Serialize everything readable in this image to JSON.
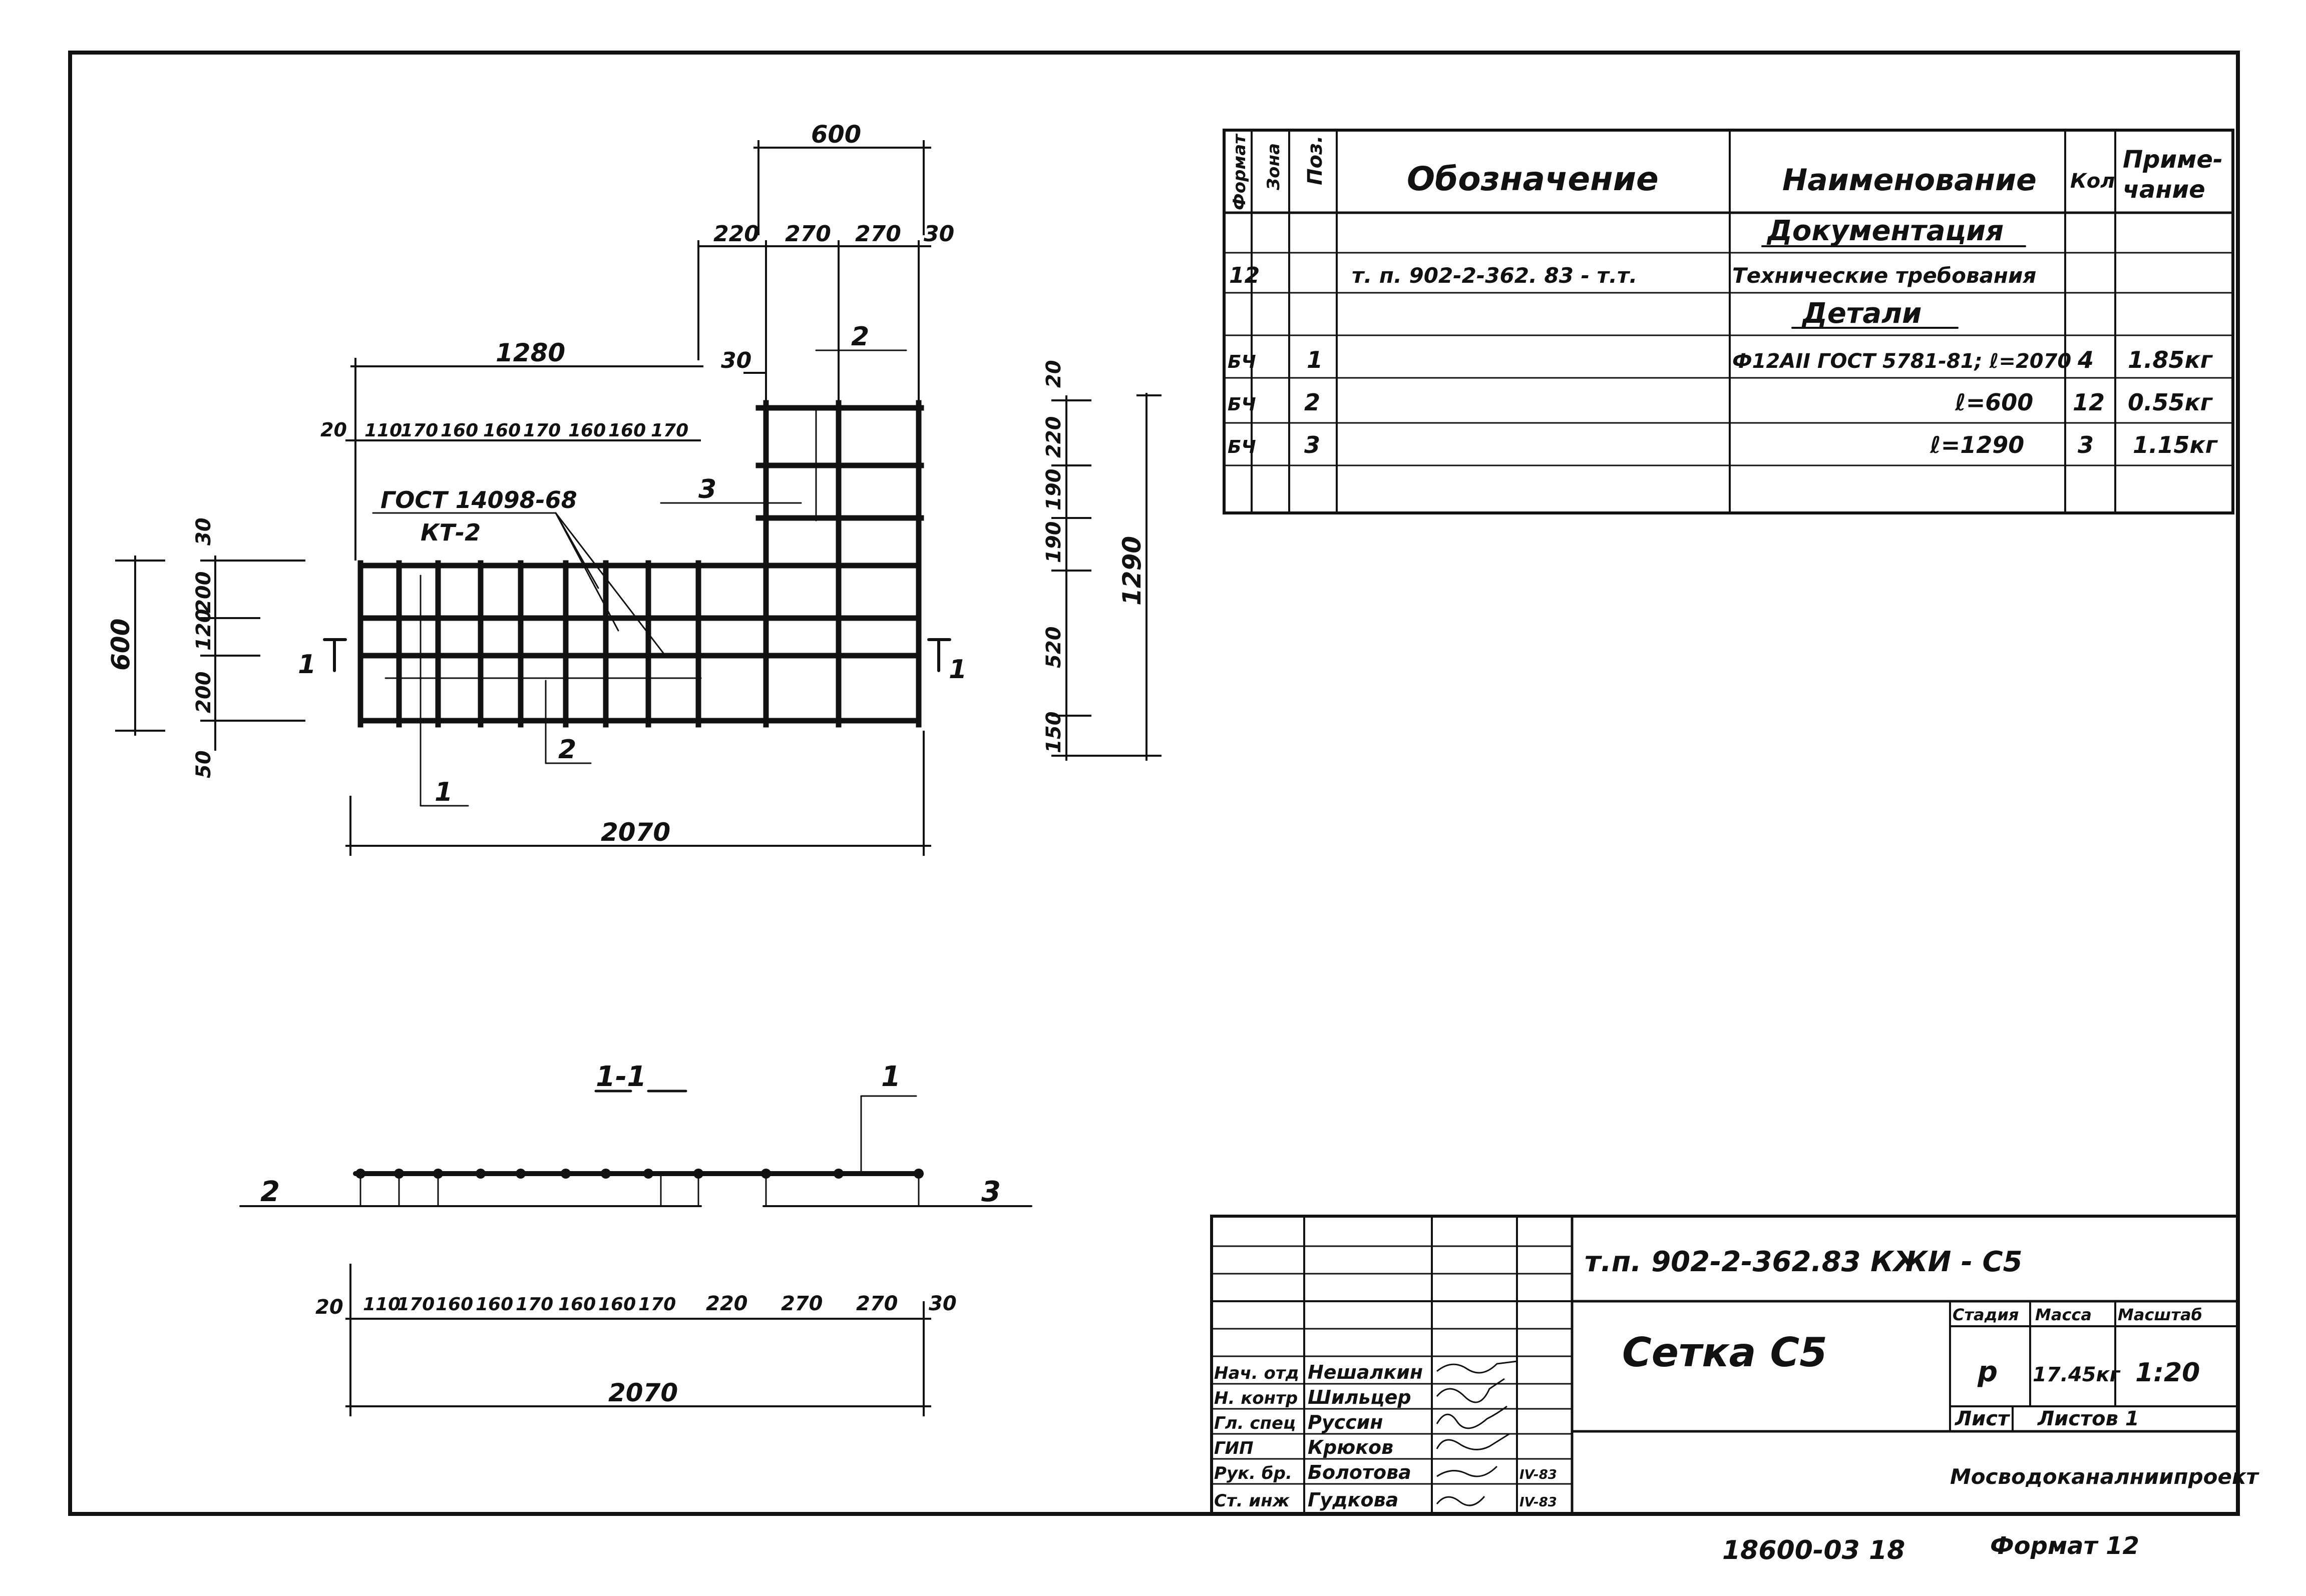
{
  "drawing": {
    "dims": {
      "top600": "600",
      "top_split": [
        "220",
        "270",
        "270",
        "30"
      ],
      "d1280": "1280",
      "d30": "30",
      "left_row": [
        "20",
        "110",
        "170",
        "160",
        "160",
        "170",
        "160",
        "160",
        "170"
      ],
      "left600": "600",
      "left_stack": [
        "30",
        "200",
        "120",
        "200",
        "50"
      ],
      "bottom2070": "2070",
      "right_stack": [
        "20",
        "220",
        "190",
        "190",
        "520",
        "150"
      ],
      "right1290": "1290"
    },
    "labels": {
      "gost_note": "ГОСТ 14098-68",
      "kt_note": "КТ-2",
      "pos1": "1",
      "pos2": "2",
      "pos3": "3",
      "cut_left": "1",
      "cut_right": "1"
    }
  },
  "section": {
    "title": "1-1",
    "leader_pos": "1",
    "left_label": "2",
    "right_label": "3",
    "dims": [
      "20",
      "110",
      "170",
      "160",
      "160",
      "170",
      "160",
      "160",
      "170",
      "220",
      "270",
      "270",
      "30"
    ],
    "total": "2070"
  },
  "spec": {
    "headers": {
      "format": "Формат",
      "zone": "Зона",
      "pos": "Поз.",
      "designation": "Обозначение",
      "name": "Наименование",
      "qty": "Кол",
      "note": "Приме-\nчание"
    },
    "section_docs": "Документация",
    "section_parts": "Детали",
    "rows": [
      {
        "format": "12",
        "zone": "",
        "pos": "",
        "designation": "т. п. 902-2-362. 83  - т.т.",
        "name": "Технические требования",
        "qty": "",
        "note": ""
      },
      {
        "format": "БЧ",
        "zone": "",
        "pos": "1",
        "designation": "",
        "name": "Ф12АII ГОСТ 5781-81; ℓ=2070",
        "qty": "4",
        "note": "1.85кг"
      },
      {
        "format": "БЧ",
        "zone": "",
        "pos": "2",
        "designation": "",
        "name": "ℓ=600",
        "qty": "12",
        "note": "0.55кг"
      },
      {
        "format": "БЧ",
        "zone": "",
        "pos": "3",
        "designation": "",
        "name": "ℓ=1290",
        "qty": "3",
        "note": "1.15кг"
      }
    ]
  },
  "title_block": {
    "code": "т.п. 902-2-362.83  КЖИ - С5",
    "title": "Сетка С5",
    "stage_label": "Стадия",
    "mass_label": "Масса",
    "scale_label": "Масштаб",
    "stage": "р",
    "mass": "17.45кг",
    "scale": "1:20",
    "sheet_label": "Лист",
    "sheets_label": "Листов 1",
    "org": "Мосводоканалниипроект",
    "people": [
      {
        "role": "Нач. отд",
        "name": "Нешалкин",
        "date": ""
      },
      {
        "role": "Н. контр",
        "name": "Шильцер",
        "date": ""
      },
      {
        "role": "Гл. спец",
        "name": "Руссин",
        "date": ""
      },
      {
        "role": "ГИП",
        "name": "Крюков",
        "date": ""
      },
      {
        "role": "Рук. бр.",
        "name": "Болотова",
        "date": "IV-83"
      },
      {
        "role": "Ст. инж",
        "name": "Гудкова",
        "date": "IV-83"
      }
    ]
  },
  "footer": {
    "number": "18600-03  18",
    "format": "Формат 12"
  }
}
